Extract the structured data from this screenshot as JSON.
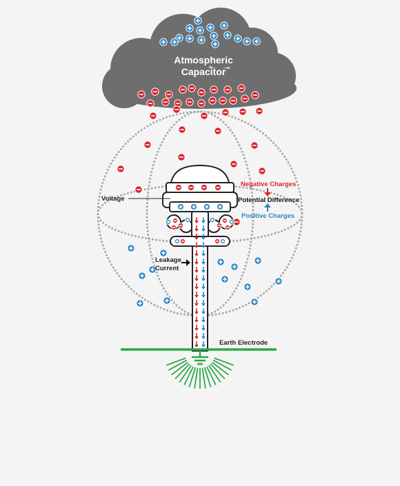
{
  "cloud": {
    "title_line1": "Atmospheric",
    "title_line2": "Capacitor"
  },
  "labels": {
    "voltage": "Voltage",
    "negative_charges": "Negative Charges",
    "potential_difference": "Potential Difference",
    "positive_charges": "Positive Charges",
    "leakage_line1": "Leakage",
    "leakage_line2": "Current",
    "earth_electrode": "Earth Electrode"
  },
  "symbols": {
    "positive": "+",
    "negative": "−"
  },
  "colors": {
    "background": "#f4f4f4",
    "cloud": "#6e6e6e",
    "cloud_text": "#ffffff",
    "negative_charge": "#d9262c",
    "positive_charge": "#2d86c4",
    "sphere_outline": "#a9a9a9",
    "ground": "#2aa84a",
    "text": "#222222"
  },
  "icons": [
    "cloud-icon",
    "charge-positive-icon",
    "charge-negative-icon",
    "ground-symbol-icon",
    "arrow-right-icon",
    "arrow-down-icon",
    "arrow-up-icon"
  ]
}
